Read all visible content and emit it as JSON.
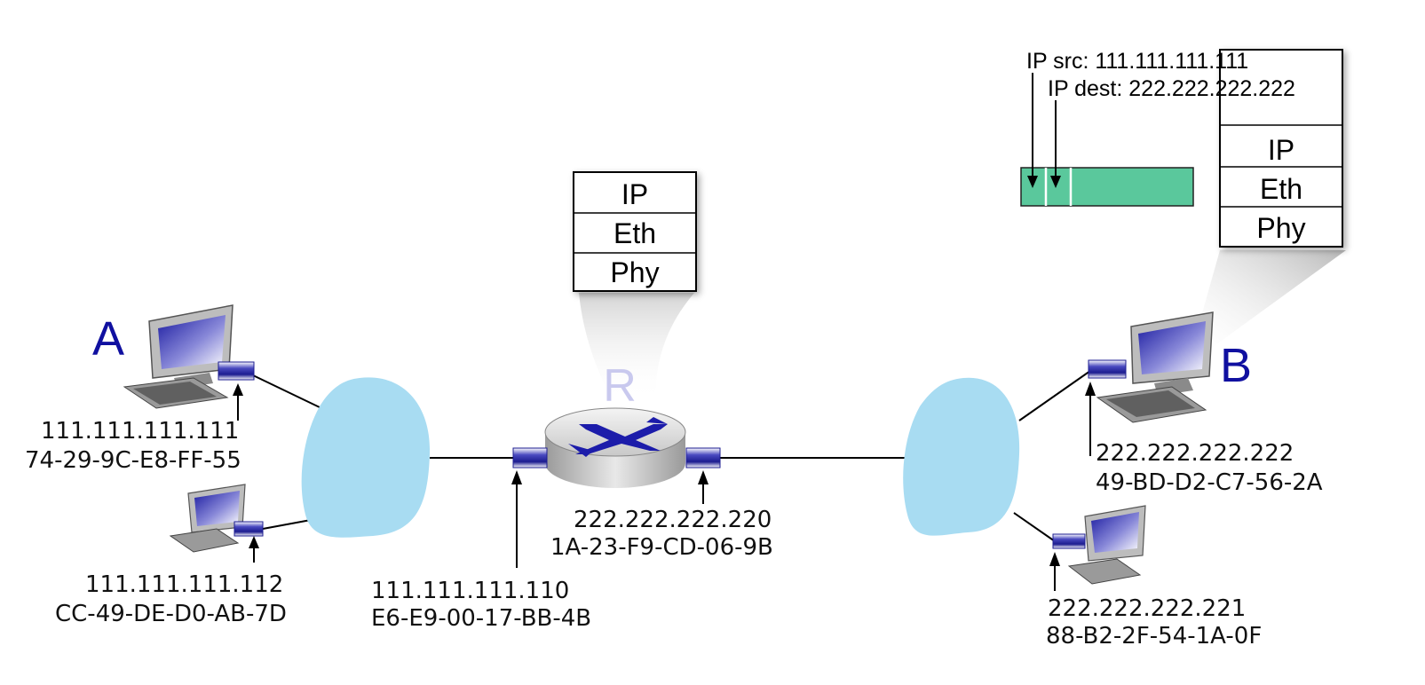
{
  "hosts": {
    "a": {
      "label": "A",
      "ip": "111.111.111.111",
      "mac": "74-29-9C-E8-FF-55"
    },
    "a2": {
      "ip": "111.111.111.112",
      "mac": "CC-49-DE-D0-AB-7D"
    },
    "b": {
      "label": "B",
      "ip": "222.222.222.222",
      "mac": "49-BD-D2-C7-56-2A"
    },
    "b2": {
      "ip": "222.222.222.221",
      "mac": "88-B2-2F-54-1A-0F"
    }
  },
  "router": {
    "label": "R",
    "left_if": {
      "ip": "111.111.111.110",
      "mac": "E6-E9-00-17-BB-4B"
    },
    "right_if": {
      "ip": "222.222.222.220",
      "mac": "1A-23-F9-CD-06-9B"
    },
    "stack": [
      "IP",
      "Eth",
      "Phy"
    ]
  },
  "host_b_stack": [
    "IP",
    "Eth",
    "Phy"
  ],
  "datagram": {
    "src_label": "IP src: 111.111.111.111",
    "dest_label": "IP dest: 222.222.222.222",
    "color": "#5ac89c"
  },
  "colors": {
    "subnet_cloud": "#a8dcf2",
    "host_label": "#1010a0",
    "router_label": "#c9c9ee",
    "interface": "#2c2ca8"
  }
}
